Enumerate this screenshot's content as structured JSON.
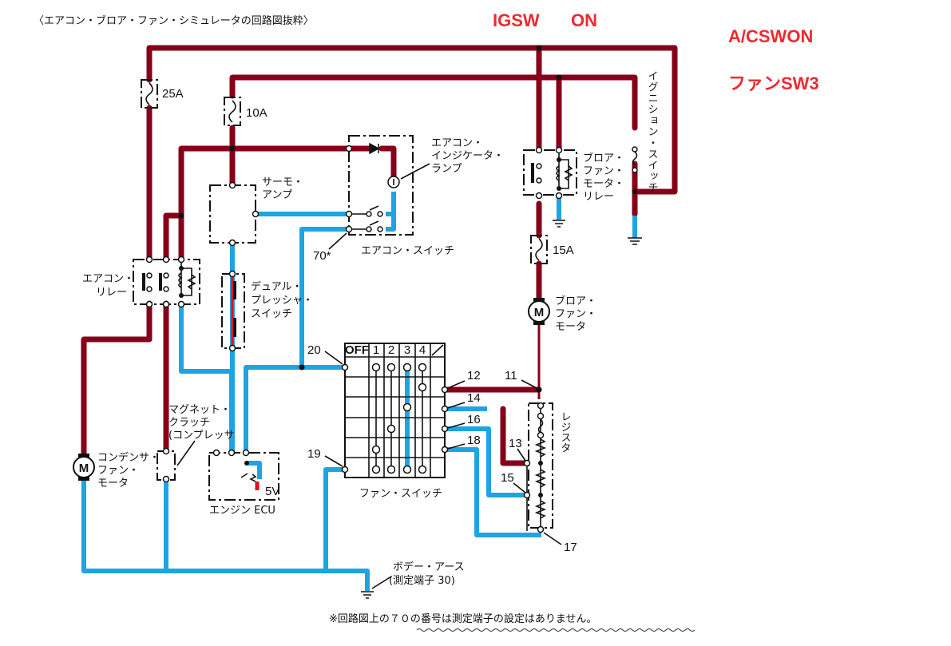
{
  "title": "〈エアコン・ブロア・ファン・シミュレータの回路図抜粋〉",
  "annotations": {
    "ig_switch": "IGSW",
    "ig_on": "ON",
    "ac_switch": "A/CSWON",
    "fan_sw": "ファンSW3",
    "color": "#ee2a30"
  },
  "wire_colors": {
    "energized": "#850018",
    "ground": "#1ea4e2"
  },
  "components": {
    "fuse_25a": "25A",
    "fuse_10a": "10A",
    "fuse_15a": "15A",
    "thermo_amp": [
      "サーモ・",
      "アンプ"
    ],
    "ac_indicator_lamp": [
      "エアコン・",
      "インジケータ・",
      "ランプ"
    ],
    "ac_switch": "エアコン・スイッチ",
    "ac_relay": [
      "エアコン・",
      "リレー"
    ],
    "dual_pressure_switch": [
      "デュアル・",
      "プレッシャ・",
      "スイッチ"
    ],
    "ignition_switch": "イグニション・スイッチ",
    "blower_relay": [
      "ブロア・",
      "ファン・",
      "モータ・",
      "リレー"
    ],
    "blower_motor": [
      "ブロア・",
      "ファン・",
      "モータ"
    ],
    "motor_symbol": "M",
    "condenser_fan_motor": [
      "コンデンサ・",
      "ファン・",
      "モータ"
    ],
    "magnet_clutch": [
      "マグネット・",
      "クラッチ",
      "(コンプレッサ"
    ],
    "engine_ecu": "エンジン ECU",
    "ecu_voltage": "5V",
    "fan_switch": "ファン・スイッチ",
    "fan_switch_positions": [
      "OFF",
      "1",
      "2",
      "3",
      "4"
    ],
    "resistor": "レジスタ",
    "body_ground": [
      "ボデー・アース",
      "(測定端子 30)"
    ]
  },
  "terminals": {
    "t70": "70*",
    "t20": "20",
    "t19": "19",
    "t12": "12",
    "t11": "11",
    "t14": "14",
    "t16": "16",
    "t18": "18",
    "t13": "13",
    "t15": "15",
    "t17": "17"
  },
  "footnote": "※回路図上の７０の番号は測定端子の設定はありません。"
}
